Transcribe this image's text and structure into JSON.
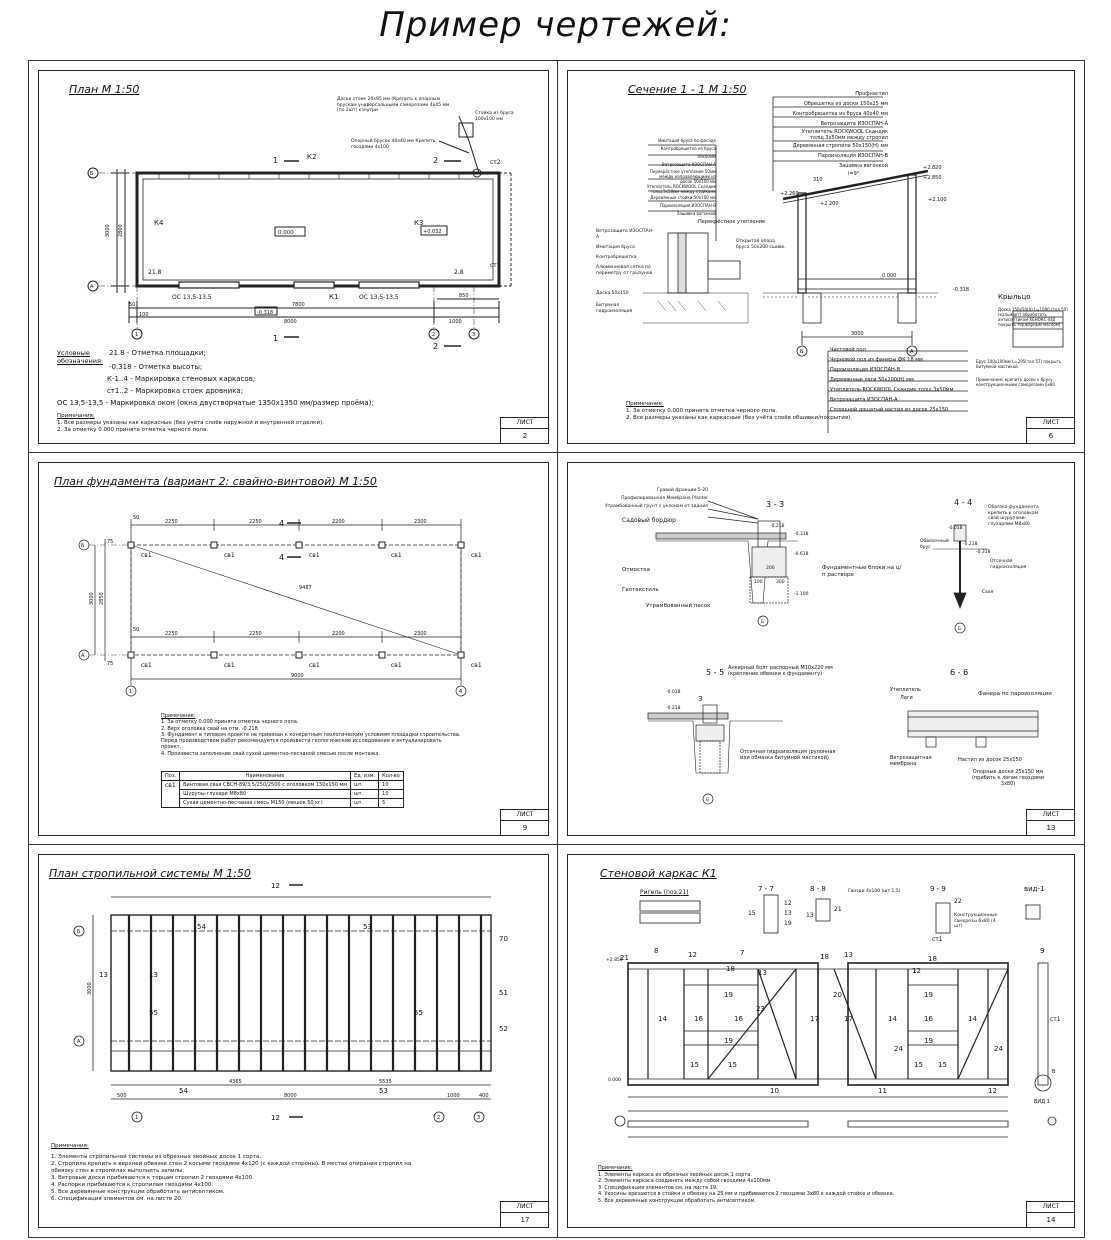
{
  "page": {
    "title": "Пример чертежей:"
  },
  "sheets": {
    "plan": {
      "title": "План  М 1:50",
      "sheet_label": "ЛИСТ",
      "sheet_number": "2",
      "labels": {
        "k1": "К1",
        "k2": "К2",
        "k3": "К3",
        "k4": "К4",
        "st1": "ст1",
        "st2": "ст2",
        "zero": "0.000",
        "lvl_a": "21.8",
        "lvl_b": "2.8",
        "lvl_c": "+0.032",
        "lvl_d": "-0.318",
        "os_left": "ОС 13,5-13,5",
        "os_right": "ОС 13,5-13,5",
        "dim_7800": "7800",
        "dim_8000": "8000",
        "dim_3000": "3000",
        "dim_2800": "2800",
        "dim_850": "850",
        "dim_1000": "1000",
        "dim_100": "100",
        "dim_50": "50",
        "axis_a": "А",
        "axis_b": "Б",
        "axis_1": "1",
        "axis_2": "2",
        "axis_3": "3",
        "cut_1": "1",
        "cut_2": "2",
        "callout_top": "Доски стоек 20x95 мм (Крепить к опорным брускам универсальными саморезами 4x45 мм (по 2шт) кзнутри",
        "callout_post": "Стойка из бруса 100х100 мм",
        "callout_bars": "Опорный брусок 40x40 мм Крепить гвоздями 4x100"
      },
      "legend": {
        "heading": "Условные обозначения:",
        "items": [
          "21.8 - Отметка площадки;",
          "-0.318 - Отметка высоты;",
          "К-1..4 - Маркировка стеновых каркасов;",
          "ст1..2 - Маркировка стоек дровника;",
          "ОС 13,5-13,5 - Маркировка окон (окна двустворчатые 1350x1350 мм/размер проёма);"
        ]
      },
      "notes": {
        "heading": "Примечания:",
        "items": [
          "1. Все размеры указаны как каркасные (без учёта слоёв наружной и внутренней отделки).",
          "2. За отметку 0.000 принята отметка черного пола."
        ]
      }
    },
    "section": {
      "title": "Сечение 1 - 1  М 1:50",
      "sheet_label": "ЛИСТ",
      "sheet_number": "6",
      "roof_layers": [
        "Профнастил",
        "Обрешетка из доски 150x25 мм",
        "Контробрешетка из бруса 40x40 мм",
        "Ветрозащита ИЗОСПАН-А",
        "Утеплитель ROCKWOOL Скандик толщ.3x50мм между стропил",
        "Деревянная стропила 50x150(Н) мм",
        "Пароизоляция ИЗОСПАН-В",
        "Зашивка вагонкой"
      ],
      "wall_layers": [
        "Имитация бруса по фасаде",
        "Контробрешетка из бруса 40x40мм",
        "Ветрозащита ИЗОСПАН-А",
        "Перекрёстное утепление 50мм между направляющими из досок 50x100 мм",
        "Утеплитель ROCKWOOL Скандик толщ.3x50мм между стойками",
        "Деревянные стойки 50x100 мм",
        "Пароизоляция ИЗОСПАН-В",
        "Зашивка вагонкой"
      ],
      "floor_layers": [
        "Чистовой пол",
        "Черновой пол из фанеры ФК 18 мм",
        "Пароизоляция ИЗОСПАН-В",
        "Деревянные лаги 50x200(Н) мм",
        "Утеплитель ROCKWOOL Скандик толщ.3x50мм",
        "Ветрозащита ИЗОСПАН-А",
        "Сплошной дощатый настил из досок 25x150"
      ],
      "left_labels": [
        "Ветрозащита ИЗОСПАН-А",
        "Имитация бруса",
        "Контробрешетка",
        "Алюминиевая сетка по периметру от грызунов",
        "Доска 50x150",
        "Битумная гидроизоляция"
      ],
      "other_labels": {
        "cross": "Перекрёстное утепление",
        "support": "Открытая опора бруса 50x200 сшивк.",
        "wing_title": "Крыльцо",
        "wing_note": "Доска 150x50(h) L=1000 (тол.50)(кальмарт) обработать антисептиком ХЕНОКС 440 покрыть тержарным маслом)",
        "wing_note2": "Брус 100x100мм L=295(тол.57) покрыть битумной мастикой",
        "wing_note3": "Примечание: крепить доски к брусу конструкционными саморезами 6x80.",
        "dim_3000": "3000",
        "lvl_1": "+2.820",
        "lvl_2": "+2.850",
        "lvl_3": "+2.260",
        "lvl_4": "+2.100",
        "lvl_5": "+2.200",
        "lvl_6": "0.000",
        "lvl_7": "-0.318",
        "axis_b": "Б",
        "axis_a": "А",
        "slope": "i=9°",
        "d310": "310"
      },
      "notes": {
        "heading": "Примечание:",
        "items": [
          "1. За отметку 0.000 принята отметка черного пола.",
          "2. Все размеры указаны как каркасные (без учёта слоёв обшивки/покрытия)."
        ]
      }
    },
    "foundation": {
      "title": "План фундамента (вариант 2: свайно-винтовой) М 1:50",
      "sheet_label": "ЛИСТ",
      "sheet_number": "9",
      "pile_label": "св1",
      "dims_top": [
        "2250",
        "2250",
        "2200",
        "2300"
      ],
      "dims_bottom": [
        "2250",
        "2250",
        "2200",
        "2300"
      ],
      "dims": {
        "total": "9000",
        "side": "3000",
        "inner": "2850",
        "diag": "9487",
        "d50": "50",
        "d75": "75",
        "cut": "4"
      },
      "axes": {
        "a": "А",
        "b": "Б",
        "n1": "1",
        "n4": "4"
      },
      "notes": {
        "heading": "Примечание:",
        "items": [
          "1. За отметку 0.000 принята отметка черного пола.",
          "2. Верх оголовка свай на отм. -0.218.",
          "3. Фундамент в типовом проекте не привязан к конкретным геологическим условиям площадки строительства. Перед производством работ рекомендуется произвести геологические исследования и актуализировать проект.",
          "4. Произвести заполнение свай сухой цементно-песчаной смесью после монтажа."
        ]
      },
      "table": {
        "headers": [
          "Поз.",
          "Наименование",
          "Ед. изм.",
          "Кол-во"
        ],
        "pos": "св1",
        "rows": [
          [
            "Винтовая свая СВСН-89/3,5/250/2500 с оголовком 150x150 мм",
            "шт.",
            "10"
          ],
          [
            "Шурупы-глухари М8x80",
            "шт.",
            "10"
          ],
          [
            "Сухая цементно-песчаная смесь М150 (мешок 50 кг)",
            "шт.",
            "5"
          ]
        ]
      }
    },
    "sections33": {
      "sheet_label": "ЛИСТ",
      "sheet_number": "13",
      "titles": [
        "3 - 3",
        "4 - 4",
        "5 - 5",
        "6 - 6"
      ],
      "top_labels": [
        "Гравий фракции 5-20",
        "Профилированная Мембрана Planter",
        "Утрамбованный грунт с уклоном от здания"
      ],
      "labels": {
        "border": "Садовый бордюр",
        "blind": "Отмостка",
        "geo": "Геотекстиль",
        "sand": "Утрамбованный песок",
        "blocks": "Фундаментные блоки на ц/п растворе",
        "bind": "Обвязка фундамента крепить к оголовкам свай шурупами-глухарями М8x80",
        "beam": "Обвязочный брус",
        "pile_hydro": "Отсечная гидроизоляция",
        "pile": "Свая",
        "anchor": "Анкерный болт распорный М10x220 мм (крепление обвязки к фундаменту)",
        "cut_hydro": "Отсечная гидроизоляция (рулонная или обмазка битумной мастикой)",
        "insul": "Утеплитель",
        "lags": "Лаги",
        "plywood": "Фанера по пароизоляции",
        "wind": "Ветрозащитная мембрана",
        "deck": "Настил из досок 25x150",
        "support_boards": "Опорные доски 25x150 мм (прибить к лагам гвоздями 3x80)",
        "m218": "-0.218",
        "m318": "-0.318",
        "m018": "-0.018",
        "m618": "-0.618",
        "m1100": "-1.100",
        "d200": "200",
        "d100": "100",
        "d300": "300",
        "axis_b": "Б",
        "n3": "3"
      }
    },
    "rafters": {
      "title": "План стропильной системы М 1:50",
      "sheet_label": "ЛИСТ",
      "sheet_number": "17",
      "labels": {
        "p54": "54",
        "p53": "53",
        "p55": "55",
        "p70": "70",
        "p51": "51",
        "p52": "52",
        "p13": "13",
        "p12": "12",
        "d4365": "4365",
        "d5535": "5535",
        "d8000": "8000",
        "d1000": "1000",
        "d500": "500",
        "d400": "400",
        "d3000": "3000",
        "axis_a": "А",
        "axis_b": "Б",
        "n1": "1",
        "n2": "2",
        "n3": "3"
      },
      "notes": {
        "heading": "Примечания:",
        "items": [
          "1. Элементы стропильной системы из обрезных хвойных досок 1 сорта.",
          "2. Стропила крепить к верхней обвязке стен 2 косыми гвоздями 4x120 (с каждой стороны). В местах опирания стропил на обвязку стен в стропилах выполнить запилы.",
          "3. Ветровые доски прибиваются к торцам стропил 2 гвоздями 4x100.",
          "4. Распорки прибиваются к стропилам гвоздями 4x100.",
          "5. Все деревянные конструкции обработать антисептиком.",
          "6. Спецификация элементов см. на листе 20."
        ]
      }
    },
    "frame": {
      "title": "Стеновой каркас К1",
      "sheet_label": "ЛИСТ",
      "sheet_number": "14",
      "detail_titles": [
        "Ригель (поз.21)",
        "7 - 7",
        "8 - 8",
        "9 - 9",
        "вид-1"
      ],
      "labels": {
        "n21": "21",
        "n12": "12",
        "n18": "18",
        "n13": "13",
        "n14": "14",
        "n15": "15",
        "n16": "16",
        "n17": "17",
        "n19": "19",
        "n20": "20",
        "n22": "22",
        "n23": "23",
        "n24": "24",
        "n10": "10",
        "n11": "11",
        "st1": "ст1",
        "lvl": "+2.850",
        "zero": "0.000",
        "vid1": "ВИД 1",
        "axis_v": "В",
        "screws": "Конструкционные саморезы 6x80 (4 шт)",
        "nails": "Гвозди 4x100 (шт 1,5)",
        "n7": "7",
        "n8": "8",
        "n9": "9"
      },
      "notes": {
        "heading": "Примечание:",
        "items": [
          "1. Элементы каркаса из обрезных хвойных досок 1 сорта.",
          "2. Элементы каркаса соединять между собой гвоздями 4x100мм",
          "3. Спецификация элементов см. на листе 19.",
          "4. Укосины врезаются в стойки и обвязку на 25 мм и прибиваются 2 гвоздями 3x80 к каждой стойке и обвязке.",
          "5. Все деревянные конструкции обработать антисептиком."
        ]
      }
    }
  }
}
